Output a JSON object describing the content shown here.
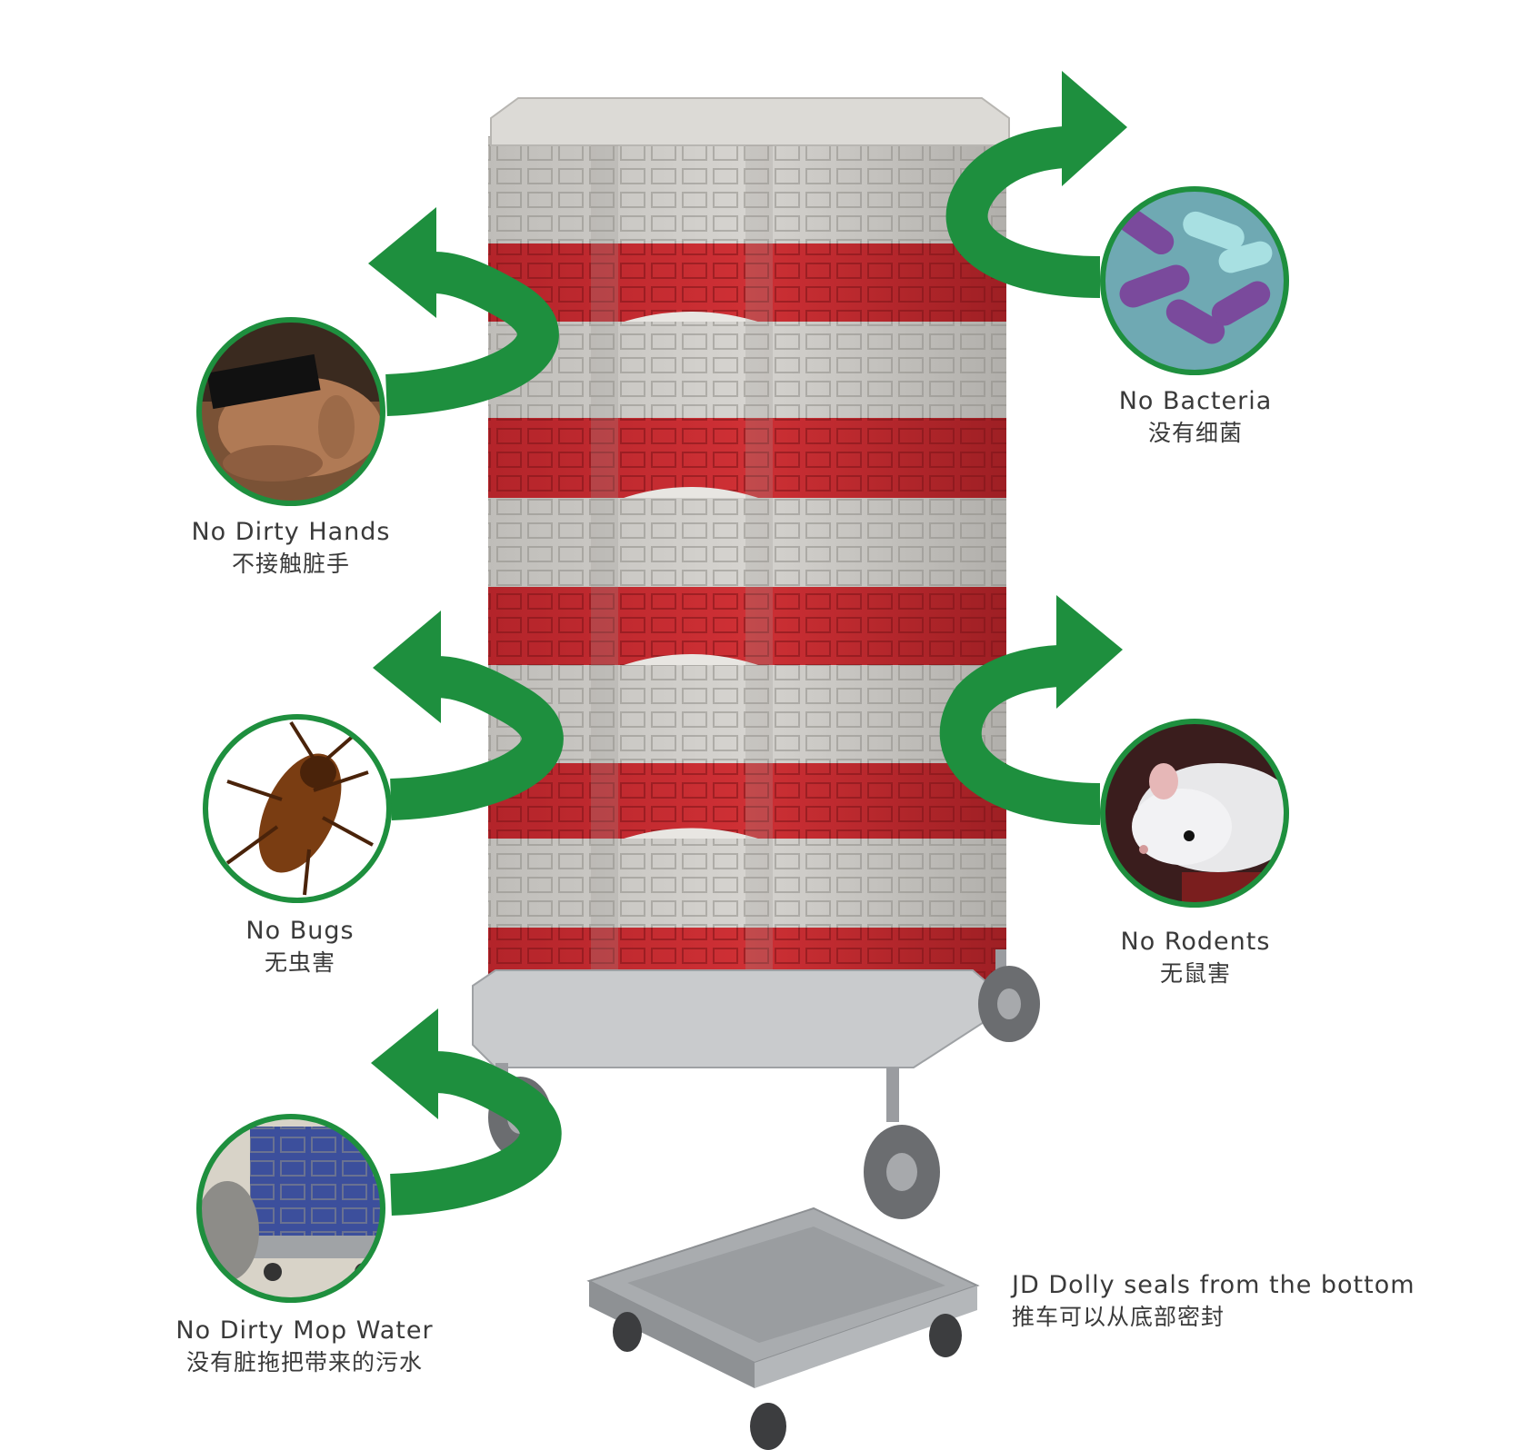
{
  "features": [
    {
      "id": "hands",
      "en": "No Dirty Hands",
      "zh": "不接触脏手",
      "icon": "dirty-hand-photo-icon"
    },
    {
      "id": "bugs",
      "en": "No Bugs",
      "zh": "无虫害",
      "icon": "cockroach-photo-icon"
    },
    {
      "id": "mop",
      "en": "No Dirty Mop Water",
      "zh": "没有脏拖把带来的污水",
      "icon": "mop-dolly-photo-icon"
    },
    {
      "id": "bacteria",
      "en": "No Bacteria",
      "zh": "没有细菌",
      "icon": "bacteria-photo-icon"
    },
    {
      "id": "rodents",
      "en": "No Rodents",
      "zh": "无鼠害",
      "icon": "rat-photo-icon"
    }
  ],
  "dolly_caption": {
    "en": "JD Dolly seals from the bottom",
    "zh": "推车可以从底部密封"
  },
  "colors": {
    "arrow_green": "#1e8f3e",
    "rack_red": "#c22a2e",
    "rack_gray": "#c9c7c3",
    "dolly_gray": "#a9acaf",
    "label_text": "#3a3a3a"
  }
}
